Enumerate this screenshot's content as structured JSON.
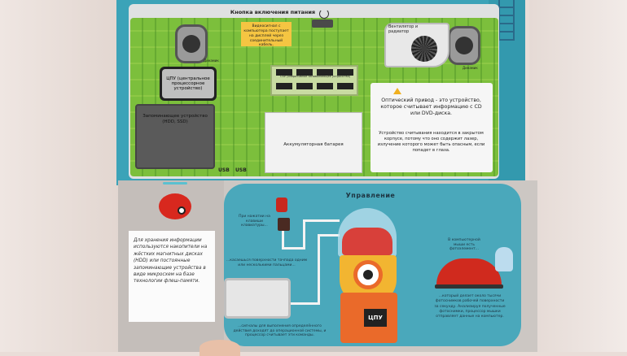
{
  "board": {
    "power_button_label": "Кнопка включения питания",
    "video_note": "Видеосигнал с компьютера поступает на дисплей через соединительный кабель.",
    "speaker_left_label": "Динамик",
    "speaker_right_label": "Динамик",
    "fan_label": "Вентилятор и радиатор",
    "cpu_label": "ЦПУ (центральное процессорное устройство)",
    "storage_label": "Запоминающее устройство (HDD, SSD)",
    "ram_label": "ОЗУ (оперативное запоминающее устройство)",
    "battery_label": "Аккумуляторная батарея",
    "optical_main": "Оптический привод - это устройство, которое считывает информацию с CD или DVD-диска.",
    "optical_sub": "Устройство считывания находится в закрытом корпусе, потому что оно содержит лазер, излучение которого может быть опасным, если попадет в глаза.",
    "usb_1": "USB",
    "usb_2": "USB"
  },
  "control": {
    "title": "Управление",
    "storage_note": "Для хранения информации используются накопители на жёстких магнитных дисках (HDD) или постоянные запоминающие устройства в виде микросхем на базе технологии флеш-памяти.",
    "keyboard_note": "При нажатии на клавиши клавиатуры...",
    "touchpad_note": "...касаешься поверхности тачпада одним или несколькими пальцами...",
    "signals_note": "...сигналы для выполнения определённого действия доходят до операционной системы, и процессор считывает эти команды.",
    "mouse_note": "В компьютерной мыши есть фотоэлемент...",
    "mouse_result": "...который делает около тысячи фотоснимков рабочей поверхности за секунду. Анализируя полученные фотоснимки, процессор мышки отправляет данные на компьютер.",
    "cpu_chip_label": "ЦПУ"
  }
}
